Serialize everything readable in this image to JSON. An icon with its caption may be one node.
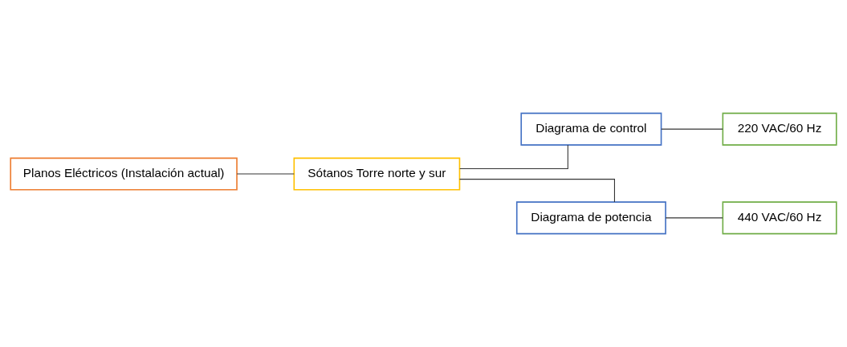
{
  "diagram": {
    "nodes": [
      {
        "text": [
          "Planos Eléctricos (Instalación actual)"
        ]
      },
      {
        "text": [
          "Sótanos Torre norte y sur"
        ]
      },
      {
        "text": [
          "Diagrama de control"
        ]
      },
      {
        "text": [
          "220 VAC/60 Hz"
        ]
      },
      {
        "text": [
          "Diagrama de potencia"
        ]
      },
      {
        "text": [
          "440 VAC/60 Hz"
        ]
      }
    ],
    "edges": [
      {
        "from": 0,
        "to": 1,
        "arrow": "none"
      },
      {
        "from": 1,
        "to": 2,
        "arrow": "none"
      },
      {
        "from": 1,
        "to": 4,
        "arrow": "none"
      },
      {
        "from": 2,
        "to": 3,
        "arrow": "none"
      },
      {
        "from": 4,
        "to": 5,
        "arrow": "none"
      }
    ]
  }
}
